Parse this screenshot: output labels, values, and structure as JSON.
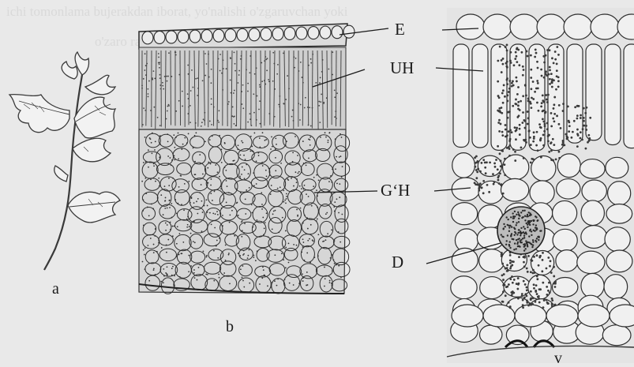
{
  "figure": {
    "panels": [
      {
        "id": "a",
        "label": "a"
      },
      {
        "id": "b",
        "label": "b"
      },
      {
        "id": "v",
        "label": "v"
      }
    ],
    "callouts": [
      {
        "id": "epidermis",
        "label": "E"
      },
      {
        "id": "palisade",
        "label": "UH"
      },
      {
        "id": "spongy",
        "label": "G‘H"
      },
      {
        "id": "druse",
        "label": "D"
      }
    ],
    "bleed_through": [
      "ichi tomonlama bujerakdan iborat, yo'nalishi o'zgaruvchan yoki",
      "o'zaro raxtegrali bo'lishi"
    ],
    "colors": {
      "paper": "#e9e9e9",
      "ink": "#1b1b1b",
      "cell_ink": "#3a3a3a"
    }
  }
}
